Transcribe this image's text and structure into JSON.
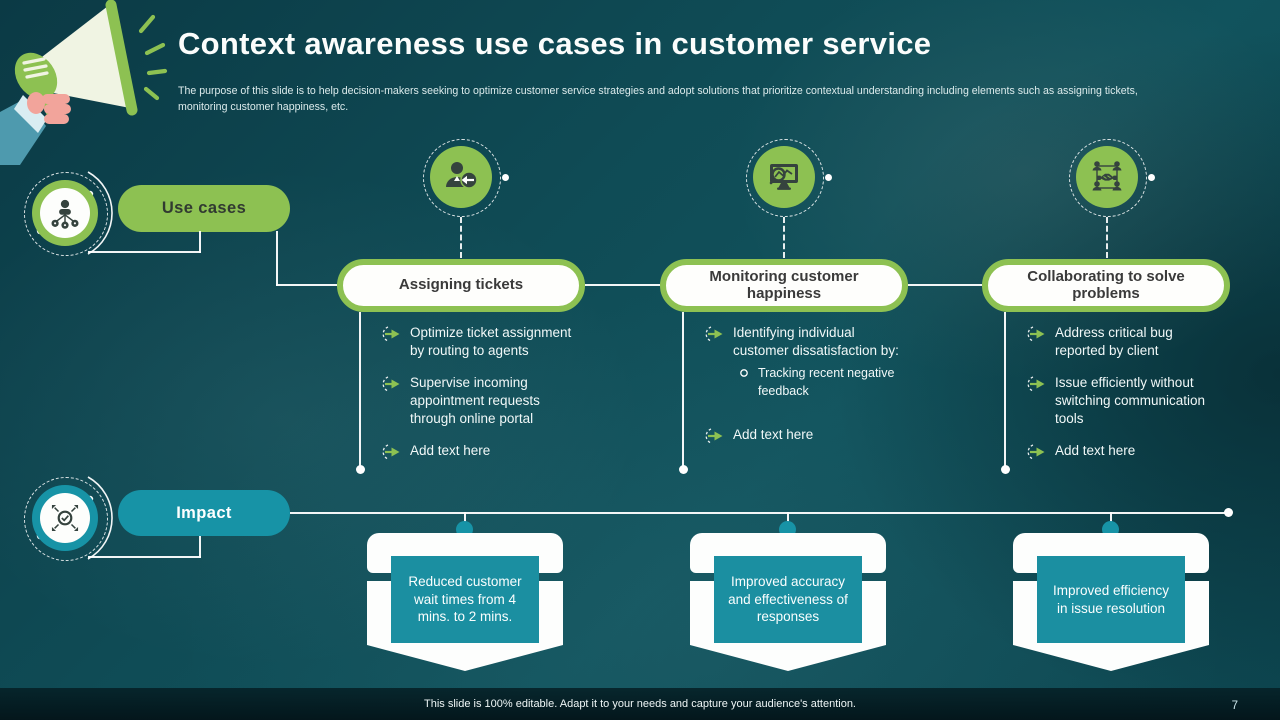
{
  "header": {
    "title": "Context awareness use cases in customer service",
    "subtitle": "The purpose of this slide is to help decision-makers seeking to optimize customer service strategies and adopt solutions that prioritize contextual understanding including elements such as assigning tickets, monitoring customer happiness, etc."
  },
  "sections": {
    "use_cases": {
      "label": "Use cases",
      "icon": "org-network-icon"
    },
    "impact": {
      "label": "Impact",
      "icon": "target-gear-icon"
    }
  },
  "columns": [
    {
      "icon": "agent-assign-icon",
      "title": "Assigning tickets",
      "bullets": [
        {
          "text": "Optimize ticket assignment by routing to agents"
        },
        {
          "text": "Supervise incoming appointment requests through online portal"
        },
        {
          "text": "Add text here"
        }
      ],
      "impact": "Reduced customer wait times from 4 mins. to 2 mins."
    },
    {
      "icon": "monitor-analytics-icon",
      "title": "Monitoring customer happiness",
      "bullets": [
        {
          "text": "Identifying individual customer dissatisfaction by:",
          "sub_items": [
            "Tracking recent negative feedback"
          ]
        },
        {
          "text": "Add text here"
        }
      ],
      "impact": "Improved accuracy and effectiveness of responses"
    },
    {
      "icon": "collaboration-icon",
      "title": "Collaborating to solve problems",
      "bullets": [
        {
          "text": "Address critical bug reported by client"
        },
        {
          "text": "Issue efficiently without switching communication tools"
        },
        {
          "text": "Add text here"
        }
      ],
      "impact": "Improved efficiency in issue resolution"
    }
  ],
  "footer": {
    "note": "This slide is 100% editable. Adapt it to your needs and capture your audience's attention.",
    "page_number": "7"
  },
  "colors": {
    "background_teal": "#0F4B55",
    "accent_green": "#8DC152",
    "accent_teal": "#1793A6",
    "impact_box_teal": "#1B8FA1",
    "pill_text_dark": "#3A3A3A",
    "text_light": "#FFFFFF"
  }
}
